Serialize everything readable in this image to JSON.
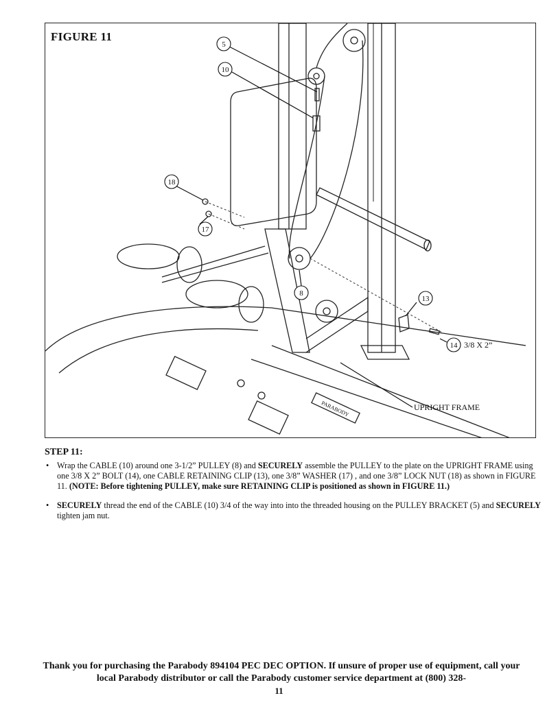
{
  "figure": {
    "title": "FIGURE 11",
    "callouts": {
      "c5": "5",
      "c10": "10",
      "c18": "18",
      "c17": "17",
      "c8": "8",
      "c13": "13",
      "c14": "14"
    },
    "bolt_size": "3/8 X 2”",
    "upright_frame_label": "UPRIGHT FRAME",
    "brand_plate": "PARABODY"
  },
  "step": {
    "heading": "STEP 11:",
    "items": [
      {
        "p1": "Wrap the CABLE (10) around one 3-1/2” PULLEY (8) and ",
        "b1": "SECURELY",
        "p2": " assemble the PULLEY to the plate on the UPRIGHT FRAME using one 3/8 X 2” BOLT (14),  one CABLE RETAINING CLIP (13), one 3/8” WASHER (17) , and one 3/8” LOCK NUT (18) as shown in FIGURE 11.  ",
        "b2": "(NOTE: Before tightening PULLEY, make sure RETAINING CLIP is positioned as shown in FIGURE 11.)"
      },
      {
        "b1": "SECURELY",
        "p1": " thread the end of the CABLE (10) 3/4 of the way into into the threaded housing on the PULLEY BRACKET (5) and ",
        "b2": "SECURELY",
        "p2": " tighten jam nut."
      }
    ]
  },
  "footer": {
    "text": "Thank you for purchasing the Parabody 894104 PEC DEC OPTION. If unsure of proper use of equipment, call your local Parabody distributor or call the Parabody customer service department at (800) 328-",
    "page_number": "11"
  }
}
